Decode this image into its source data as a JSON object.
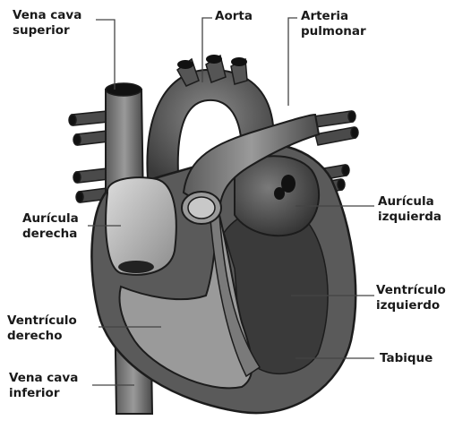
{
  "labels": {
    "vena_cava_superior": [
      "Vena cava",
      "superior"
    ],
    "aorta": [
      "Aorta"
    ],
    "arteria_pulmonar": [
      "Arteria",
      "pulmonar"
    ],
    "auricula_derecha": [
      "Aurícula",
      "derecha"
    ],
    "auricula_izquierda": [
      "Aurícula",
      "izquierda"
    ],
    "ventriculo_izquierdo": [
      "Ventrículo",
      "izquierdo"
    ],
    "ventriculo_derecho": [
      "Ventrículo",
      "derecho"
    ],
    "tabique": [
      "Tabique"
    ],
    "vena_cava_inferior": [
      "Vena cava",
      "inferior"
    ]
  },
  "colors": {
    "outline": "#1c1c1c",
    "wall_dark": "#3a3a3a",
    "wall_mid": "#6e6e6e",
    "chamber_light": "#b8b8b8",
    "leader": "#444444",
    "background": "#ffffff"
  }
}
